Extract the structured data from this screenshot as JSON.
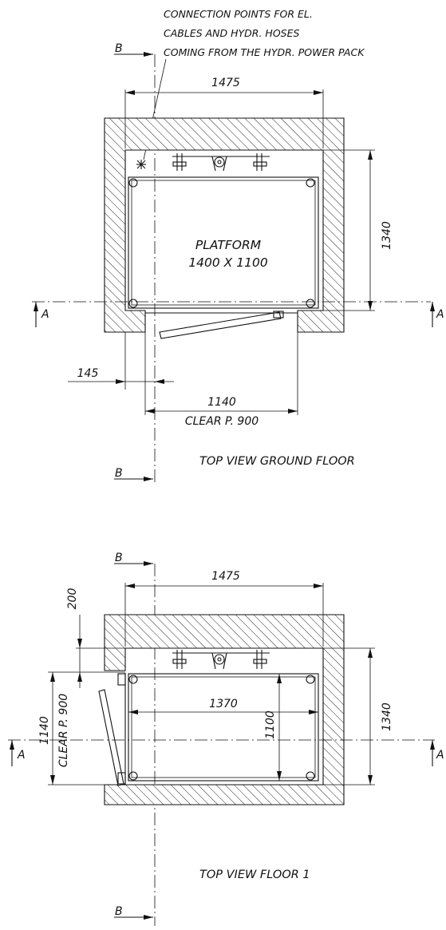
{
  "notes": {
    "connection_line1": "CONNECTION POINTS FOR EL.",
    "connection_line2": "CABLES AND HYDR. HOSES",
    "connection_line3": "COMING FROM THE HYDR. POWER PACK"
  },
  "section_marks": {
    "b": "B",
    "a": "A"
  },
  "ground_floor": {
    "title": "TOP VIEW GROUND FLOOR",
    "platform_label": "PLATFORM",
    "platform_size": "1400 X 1100",
    "dim_width": "1475",
    "dim_depth": "1340",
    "dim_offset": "145",
    "dim_door": "1140",
    "dim_clear": "CLEAR P. 900"
  },
  "floor_1": {
    "title": "TOP VIEW FLOOR 1",
    "dim_width": "1475",
    "dim_wall": "200",
    "dim_inner_width": "1370",
    "dim_inner_depth": "1100",
    "dim_depth": "1340",
    "dim_door": "1140",
    "dim_clear": "CLEAR P. 900"
  }
}
